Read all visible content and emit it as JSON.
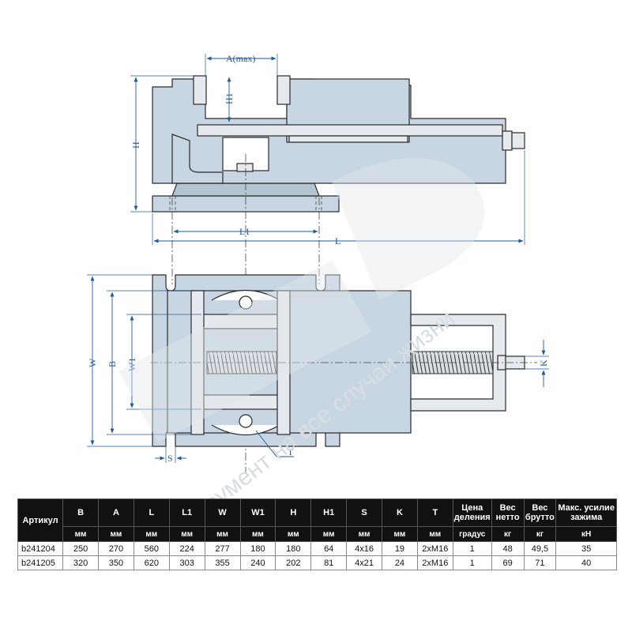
{
  "drawing": {
    "labels": {
      "a_max": "A(max)",
      "h1": "H1",
      "h": "H",
      "l1": "L1",
      "l": "L",
      "w": "W",
      "b": "B",
      "w1": "W1",
      "k": "K",
      "s": "S",
      "t": "T"
    }
  },
  "watermark": {
    "text": "Инструмент на все случаи жизни"
  },
  "colors": {
    "body_fill": "#c7d6e2",
    "dimension": "#1f5a9c",
    "table_header": "#111111"
  },
  "table": {
    "headers": [
      "Артикул",
      "B",
      "A",
      "L",
      "L1",
      "W",
      "W1",
      "H",
      "H1",
      "S",
      "K",
      "T",
      "Цена деления",
      "Вес нетто",
      "Вес брутто",
      "Макс. усилие зажима"
    ],
    "units": [
      "",
      "мм",
      "мм",
      "мм",
      "мм",
      "мм",
      "мм",
      "мм",
      "мм",
      "мм",
      "мм",
      "мм",
      "градус",
      "кг",
      "кг",
      "кН"
    ],
    "rows": [
      [
        "b241204",
        "250",
        "270",
        "560",
        "224",
        "277",
        "180",
        "180",
        "64",
        "4x16",
        "19",
        "2xM16",
        "1",
        "48",
        "49,5",
        "35"
      ],
      [
        "b241205",
        "320",
        "350",
        "620",
        "303",
        "355",
        "240",
        "202",
        "81",
        "4x21",
        "24",
        "2xM16",
        "1",
        "69",
        "71",
        "40"
      ]
    ]
  }
}
